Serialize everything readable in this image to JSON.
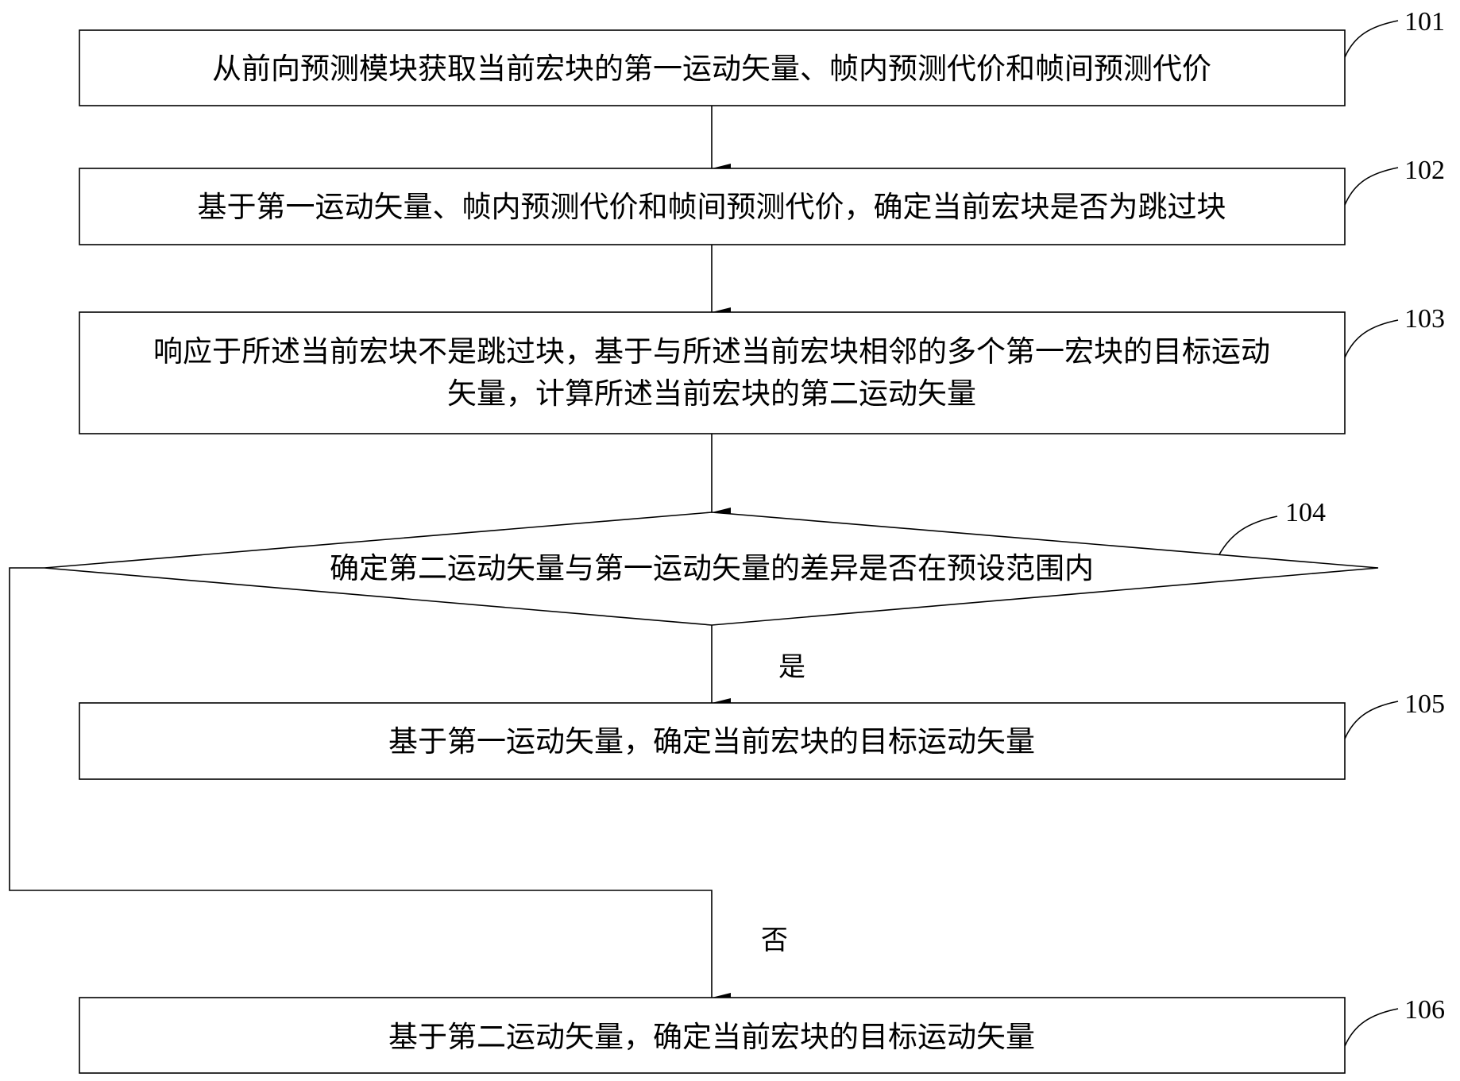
{
  "steps": [
    {
      "id": "101",
      "lines": [
        "从前向预测模块获取当前宏块的第一运动矢量、帧内预测代价和帧间预测代价"
      ]
    },
    {
      "id": "102",
      "lines": [
        "基于第一运动矢量、帧内预测代价和帧间预测代价，确定当前宏块是否为跳过块"
      ]
    },
    {
      "id": "103",
      "lines": [
        "响应于所述当前宏块不是跳过块，基于与所述当前宏块相邻的多个第一宏块的目标运动",
        "矢量，计算所述当前宏块的第二运动矢量"
      ]
    },
    {
      "id": "104",
      "lines": [
        "确定第二运动矢量与第一运动矢量的差异是否在预设范围内"
      ]
    },
    {
      "id": "105",
      "lines": [
        "基于第一运动矢量，确定当前宏块的目标运动矢量"
      ]
    },
    {
      "id": "106",
      "lines": [
        "基于第二运动矢量，确定当前宏块的目标运动矢量"
      ]
    }
  ],
  "branches": {
    "yes": "是",
    "no": "否"
  }
}
